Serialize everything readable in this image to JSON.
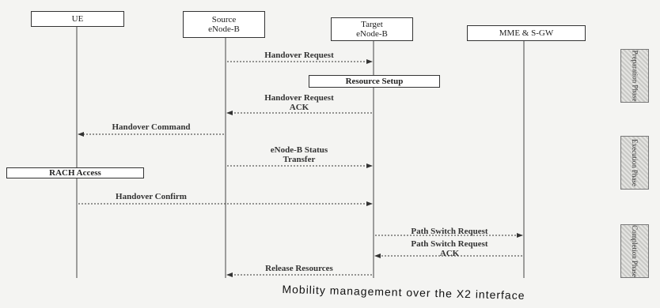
{
  "entities": [
    {
      "id": "ue",
      "label": "UE"
    },
    {
      "id": "source",
      "label": "Source\neNode-B"
    },
    {
      "id": "target",
      "label": "Target\neNode-B"
    },
    {
      "id": "mme",
      "label": "MME & S-GW"
    }
  ],
  "messages": [
    {
      "label": "Handover Request"
    },
    {
      "label": "Handover Request\nACK"
    },
    {
      "label": "Handover Command"
    },
    {
      "label": "eNode-B Status\nTransfer"
    },
    {
      "label": "Handover Confirm"
    },
    {
      "label": "Path Switch Request"
    },
    {
      "label": "Path Switch Request\nACK"
    },
    {
      "label": "Release Resources"
    }
  ],
  "local_procedures": [
    {
      "label": "Resource Setup"
    },
    {
      "label": "RACH Access"
    }
  ],
  "caption": "Mobility management over the X2 interface",
  "side_tabs": [
    {
      "label": "Preparation Phase"
    },
    {
      "label": "Execution Phase"
    },
    {
      "label": "Completion Phase"
    }
  ]
}
